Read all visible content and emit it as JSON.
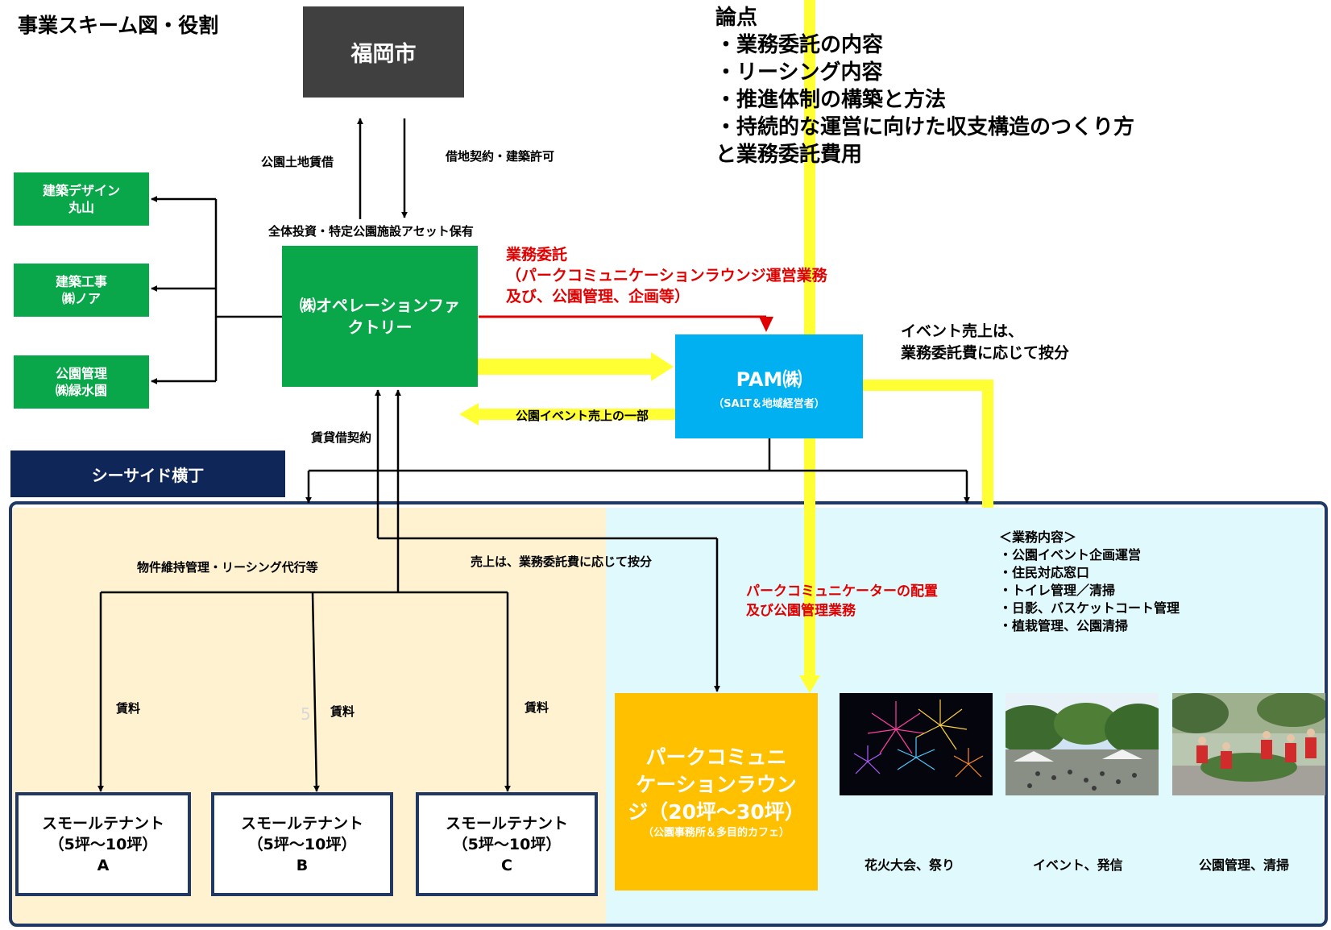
{
  "title": "事業スキーム図・役割",
  "issues": {
    "heading": "論点",
    "items": [
      "・業務委託の内容",
      "・リーシング内容",
      "・推進体制の構築と方法",
      "・持続的な運営に向けた収支構造のつくり方"
    ],
    "continuation": "と業務委託費用"
  },
  "fukuoka": "福岡市",
  "labels": {
    "park_land_lease": "公園土地賃借",
    "land_contract": "借地契約・建築許可",
    "overall_investment": "全体投資・特定公園施設アセット保有",
    "lease_contract": "賃貸借契約",
    "event_sales_part": "公園イベント売上の一部",
    "event_sales_split_1": "イベント売上は、",
    "event_sales_split_2": "業務委託費に応じて按分",
    "property_mgmt": "物件維持管理・リーシング代行等",
    "sales_split": "売上は、業務委託費に応じて按分",
    "rent_a": "賃料",
    "rent_b": "賃料",
    "rent_c": "賃料",
    "stray_char": "5"
  },
  "consignment": {
    "line1": "業務委託",
    "line2": "（パークコミュニケーションラウンジ運営業務",
    "line3": "及び、公園管理、企画等）"
  },
  "park_communicator": {
    "line1": "パークコミュニケーターの配置",
    "line2": "及び公園管理業務"
  },
  "partners": [
    {
      "line1": "建築デザイン",
      "line2": "丸山"
    },
    {
      "line1": "建築工事",
      "line2": "㈱ノア"
    },
    {
      "line1": "公園管理",
      "line2": "㈱緑水園"
    }
  ],
  "operation_factory": {
    "line1": "㈱オペレーションファ",
    "line2": "クトリー"
  },
  "pam": {
    "name": "PAM㈱",
    "sub": "（SALT＆地域経営者）"
  },
  "seaside": "シーサイド横丁",
  "duties": {
    "heading": "＜業務内容＞",
    "items": [
      "・公園イベント企画運営",
      "・住民対応窓口",
      "・トイレ管理／清掃",
      "・日影、バスケットコート管理",
      "・植栽管理、公園清掃"
    ]
  },
  "tenants": [
    {
      "line1": "スモールテナント",
      "line2": "（5坪～10坪）",
      "line3": "A"
    },
    {
      "line1": "スモールテナント",
      "line2": "（5坪～10坪）",
      "line3": "B"
    },
    {
      "line1": "スモールテナント",
      "line2": "（5坪～10坪）",
      "line3": "C"
    }
  ],
  "lounge": {
    "line1": "パークコミュニ",
    "line2": "ケーションラウン",
    "line3": "ジ（20坪～30坪）",
    "sub": "（公園事務所＆多目的カフェ）"
  },
  "photos": [
    {
      "caption": "花火大会、祭り"
    },
    {
      "caption": "イベント、発信"
    },
    {
      "caption": "公園管理、清掃"
    }
  ],
  "colors": {
    "green": "#0aa64a",
    "navy": "#0f2658",
    "pam_blue": "#00b0f0",
    "lounge_orange": "#ffc000",
    "arrow_yellow": "#ffff33",
    "red": "#e00000",
    "cream": "#fef2d0",
    "light_cyan": "#dff9fd"
  }
}
